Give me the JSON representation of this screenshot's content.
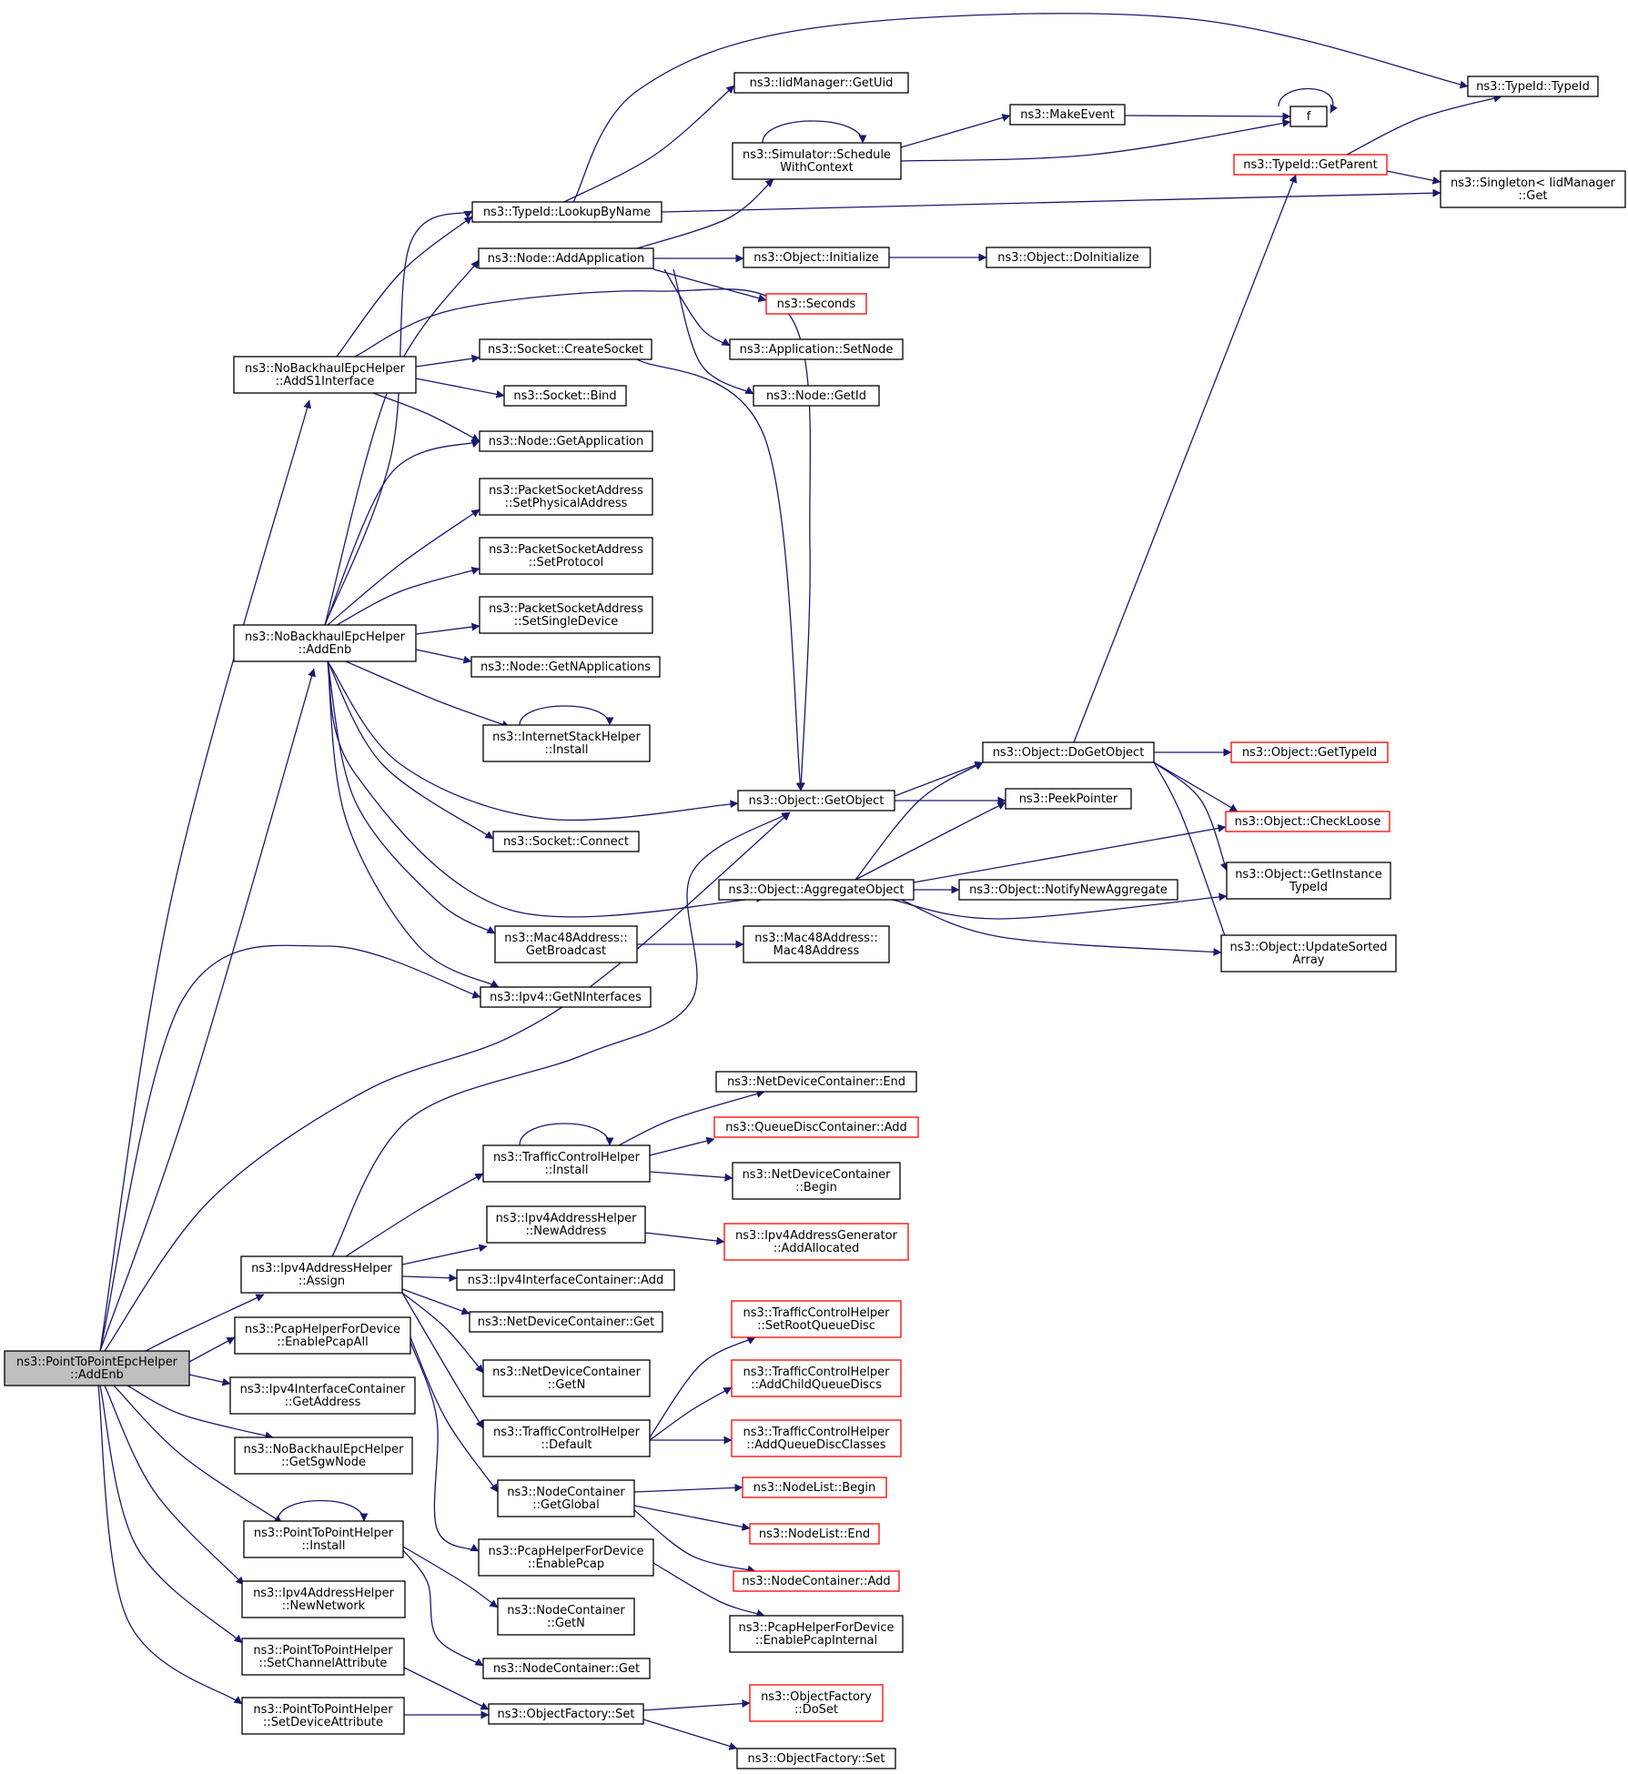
{
  "nodes": [
    {
      "id": "root",
      "lines": [
        "ns3::PointToPointEpcHelper",
        "::AddEnb"
      ],
      "style": "root"
    },
    {
      "id": "ns_adds1",
      "lines": [
        "ns3::NoBackhaulEpcHelper",
        "::AddS1Interface"
      ]
    },
    {
      "id": "ns_addenb",
      "lines": [
        "ns3::NoBackhaulEpcHelper",
        "::AddEnb"
      ]
    },
    {
      "id": "ipv4h_assign",
      "lines": [
        "ns3::Ipv4AddressHelper",
        "::Assign"
      ]
    },
    {
      "id": "pcap_all",
      "lines": [
        "ns3::PcapHelperForDevice",
        "::EnablePcapAll"
      ]
    },
    {
      "id": "ifc_getaddr",
      "lines": [
        "ns3::Ipv4InterfaceContainer",
        "::GetAddress"
      ]
    },
    {
      "id": "sgw",
      "lines": [
        "ns3::NoBackhaulEpcHelper",
        "::GetSgwNode"
      ]
    },
    {
      "id": "p2p_install",
      "lines": [
        "ns3::PointToPointHelper",
        "::Install"
      ]
    },
    {
      "id": "ipv4h_newnet",
      "lines": [
        "ns3::Ipv4AddressHelper",
        "::NewNetwork"
      ]
    },
    {
      "id": "p2p_setchan",
      "lines": [
        "ns3::PointToPointHelper",
        "::SetChannelAttribute"
      ]
    },
    {
      "id": "p2p_setdev",
      "lines": [
        "ns3::PointToPointHelper",
        "::SetDeviceAttribute"
      ]
    },
    {
      "id": "lookup",
      "lines": [
        "ns3::TypeId::LookupByName"
      ]
    },
    {
      "id": "addapp",
      "lines": [
        "ns3::Node::AddApplication"
      ]
    },
    {
      "id": "createsock",
      "lines": [
        "ns3::Socket::CreateSocket"
      ]
    },
    {
      "id": "bind",
      "lines": [
        "ns3::Socket::Bind"
      ]
    },
    {
      "id": "getapp",
      "lines": [
        "ns3::Node::GetApplication"
      ]
    },
    {
      "id": "psa_phys",
      "lines": [
        "ns3::PacketSocketAddress",
        "::SetPhysicalAddress"
      ]
    },
    {
      "id": "psa_proto",
      "lines": [
        "ns3::PacketSocketAddress",
        "::SetProtocol"
      ]
    },
    {
      "id": "psa_single",
      "lines": [
        "ns3::PacketSocketAddress",
        "::SetSingleDevice"
      ]
    },
    {
      "id": "getnapps",
      "lines": [
        "ns3::Node::GetNApplications"
      ]
    },
    {
      "id": "ish_install",
      "lines": [
        "ns3::InternetStackHelper",
        "::Install"
      ]
    },
    {
      "id": "connect",
      "lines": [
        "ns3::Socket::Connect"
      ]
    },
    {
      "id": "mac_bcast",
      "lines": [
        "ns3::Mac48Address::",
        "GetBroadcast"
      ]
    },
    {
      "id": "getnif",
      "lines": [
        "ns3::Ipv4::GetNInterfaces"
      ]
    },
    {
      "id": "tch_install",
      "lines": [
        "ns3::TrafficControlHelper",
        "::Install"
      ]
    },
    {
      "id": "ipv4h_newaddr",
      "lines": [
        "ns3::Ipv4AddressHelper",
        "::NewAddress"
      ]
    },
    {
      "id": "ifc_add",
      "lines": [
        "ns3::Ipv4InterfaceContainer::Add"
      ]
    },
    {
      "id": "ndc_get",
      "lines": [
        "ns3::NetDeviceContainer::Get"
      ]
    },
    {
      "id": "ndc_getn",
      "lines": [
        "ns3::NetDeviceContainer",
        "::GetN"
      ]
    },
    {
      "id": "tch_default",
      "lines": [
        "ns3::TrafficControlHelper",
        "::Default"
      ]
    },
    {
      "id": "nc_global",
      "lines": [
        "ns3::NodeContainer",
        "::GetGlobal"
      ]
    },
    {
      "id": "pcap_enable",
      "lines": [
        "ns3::PcapHelperForDevice",
        "::EnablePcap"
      ]
    },
    {
      "id": "nc_getn",
      "lines": [
        "ns3::NodeContainer",
        "::GetN"
      ]
    },
    {
      "id": "nc_get",
      "lines": [
        "ns3::NodeContainer::Get"
      ]
    },
    {
      "id": "of_set",
      "lines": [
        "ns3::ObjectFactory::Set"
      ]
    },
    {
      "id": "iid_getuid",
      "lines": [
        "ns3::IidManager::GetUid"
      ]
    },
    {
      "id": "sim_sched",
      "lines": [
        "ns3::Simulator::Schedule",
        "WithContext"
      ]
    },
    {
      "id": "obj_init",
      "lines": [
        "ns3::Object::Initialize"
      ]
    },
    {
      "id": "seconds",
      "lines": [
        "ns3::Seconds"
      ],
      "style": "red"
    },
    {
      "id": "app_setnode",
      "lines": [
        "ns3::Application::SetNode"
      ]
    },
    {
      "id": "node_getid",
      "lines": [
        "ns3::Node::GetId"
      ]
    },
    {
      "id": "getobject",
      "lines": [
        "ns3::Object::GetObject"
      ]
    },
    {
      "id": "aggregate",
      "lines": [
        "ns3::Object::AggregateObject"
      ]
    },
    {
      "id": "mac_ctor",
      "lines": [
        "ns3::Mac48Address::",
        "Mac48Address"
      ]
    },
    {
      "id": "ndc_end",
      "lines": [
        "ns3::NetDeviceContainer::End"
      ]
    },
    {
      "id": "qdc_add",
      "lines": [
        "ns3::QueueDiscContainer::Add"
      ],
      "style": "red"
    },
    {
      "id": "ndc_begin",
      "lines": [
        "ns3::NetDeviceContainer",
        "::Begin"
      ]
    },
    {
      "id": "ipv4gen_alloc",
      "lines": [
        "ns3::Ipv4AddressGenerator",
        "::AddAllocated"
      ],
      "style": "red"
    },
    {
      "id": "tch_setroot",
      "lines": [
        "ns3::TrafficControlHelper",
        "::SetRootQueueDisc"
      ],
      "style": "red"
    },
    {
      "id": "tch_addchild",
      "lines": [
        "ns3::TrafficControlHelper",
        "::AddChildQueueDiscs"
      ],
      "style": "red"
    },
    {
      "id": "tch_addclasses",
      "lines": [
        "ns3::TrafficControlHelper",
        "::AddQueueDiscClasses"
      ],
      "style": "red"
    },
    {
      "id": "nl_begin",
      "lines": [
        "ns3::NodeList::Begin"
      ],
      "style": "red"
    },
    {
      "id": "nl_end",
      "lines": [
        "ns3::NodeList::End"
      ],
      "style": "red"
    },
    {
      "id": "nc_add",
      "lines": [
        "ns3::NodeContainer::Add"
      ],
      "style": "red"
    },
    {
      "id": "pcap_internal",
      "lines": [
        "ns3::PcapHelperForDevice",
        "::EnablePcapInternal"
      ]
    },
    {
      "id": "of_doset",
      "lines": [
        "ns3::ObjectFactory",
        "::DoSet"
      ],
      "style": "red"
    },
    {
      "id": "of_set2",
      "lines": [
        "ns3::ObjectFactory::Set"
      ]
    },
    {
      "id": "makeevent",
      "lines": [
        "ns3::MakeEvent"
      ]
    },
    {
      "id": "obj_doinit",
      "lines": [
        "ns3::Object::DoInitialize"
      ]
    },
    {
      "id": "dogetobject",
      "lines": [
        "ns3::Object::DoGetObject"
      ]
    },
    {
      "id": "peekpointer",
      "lines": [
        "ns3::PeekPointer"
      ]
    },
    {
      "id": "notifynew",
      "lines": [
        "ns3::Object::NotifyNewAggregate"
      ]
    },
    {
      "id": "f",
      "lines": [
        "f"
      ]
    },
    {
      "id": "typeid_ctor",
      "lines": [
        "ns3::TypeId::TypeId"
      ]
    },
    {
      "id": "getparent",
      "lines": [
        "ns3::TypeId::GetParent"
      ],
      "style": "red"
    },
    {
      "id": "singleton",
      "lines": [
        "ns3::Singleton< IidManager",
        "::Get"
      ]
    },
    {
      "id": "gettypeid",
      "lines": [
        "ns3::Object::GetTypeId"
      ],
      "style": "red"
    },
    {
      "id": "checkloose",
      "lines": [
        "ns3::Object::CheckLoose"
      ],
      "style": "red"
    },
    {
      "id": "getinst",
      "lines": [
        "ns3::Object::GetInstance",
        "TypeId"
      ]
    },
    {
      "id": "updatesorted",
      "lines": [
        "ns3::Object::UpdateSorted",
        "Array"
      ]
    }
  ]
}
